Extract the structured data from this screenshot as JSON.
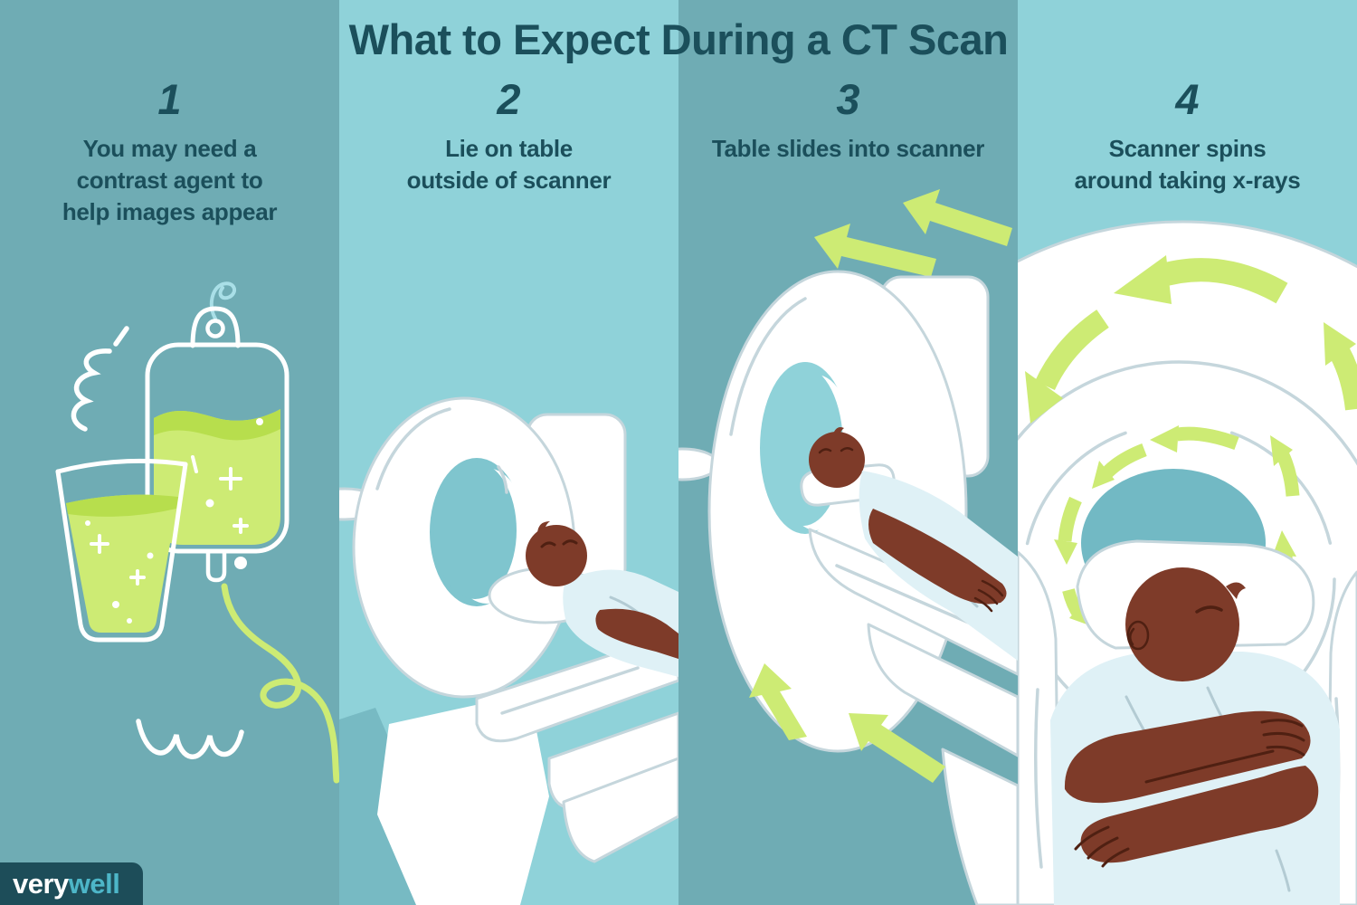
{
  "title": "What to Expect During a CT Scan",
  "steps": [
    {
      "number": "1",
      "caption": "You may need a\ncontrast agent to\nhelp images appear",
      "illustration": "iv-contrast-bag-and-glass"
    },
    {
      "number": "2",
      "caption": "Lie on table\noutside of scanner",
      "illustration": "patient-on-table-outside-ct-scanner"
    },
    {
      "number": "3",
      "caption": "Table slides into scanner",
      "illustration": "table-sliding-into-ct-scanner"
    },
    {
      "number": "4",
      "caption": "Scanner spins\naround taking x-rays",
      "illustration": "scanner-ring-spinning-around-patient"
    }
  ],
  "brand": {
    "part1": "very",
    "part2": "well"
  },
  "colors": {
    "bg_dark": "#6FACB4",
    "bg_light": "#8FD2D9",
    "ink": "#1B4F5B",
    "lime": "#CDEB74",
    "lime_deep": "#B7DE4D",
    "outline": "#C5D6DC",
    "skin": "#7E3B29",
    "skin_line": "#4F2012",
    "gown": "#DFF1F6",
    "bore": "#7FC5CE",
    "bore_light": "#8FD2D9",
    "bore_dark": "#72B9C4",
    "floor_light": "#77BAC3",
    "logo_bg": "#1D4D59",
    "logo_accent": "#4DB6C8"
  }
}
